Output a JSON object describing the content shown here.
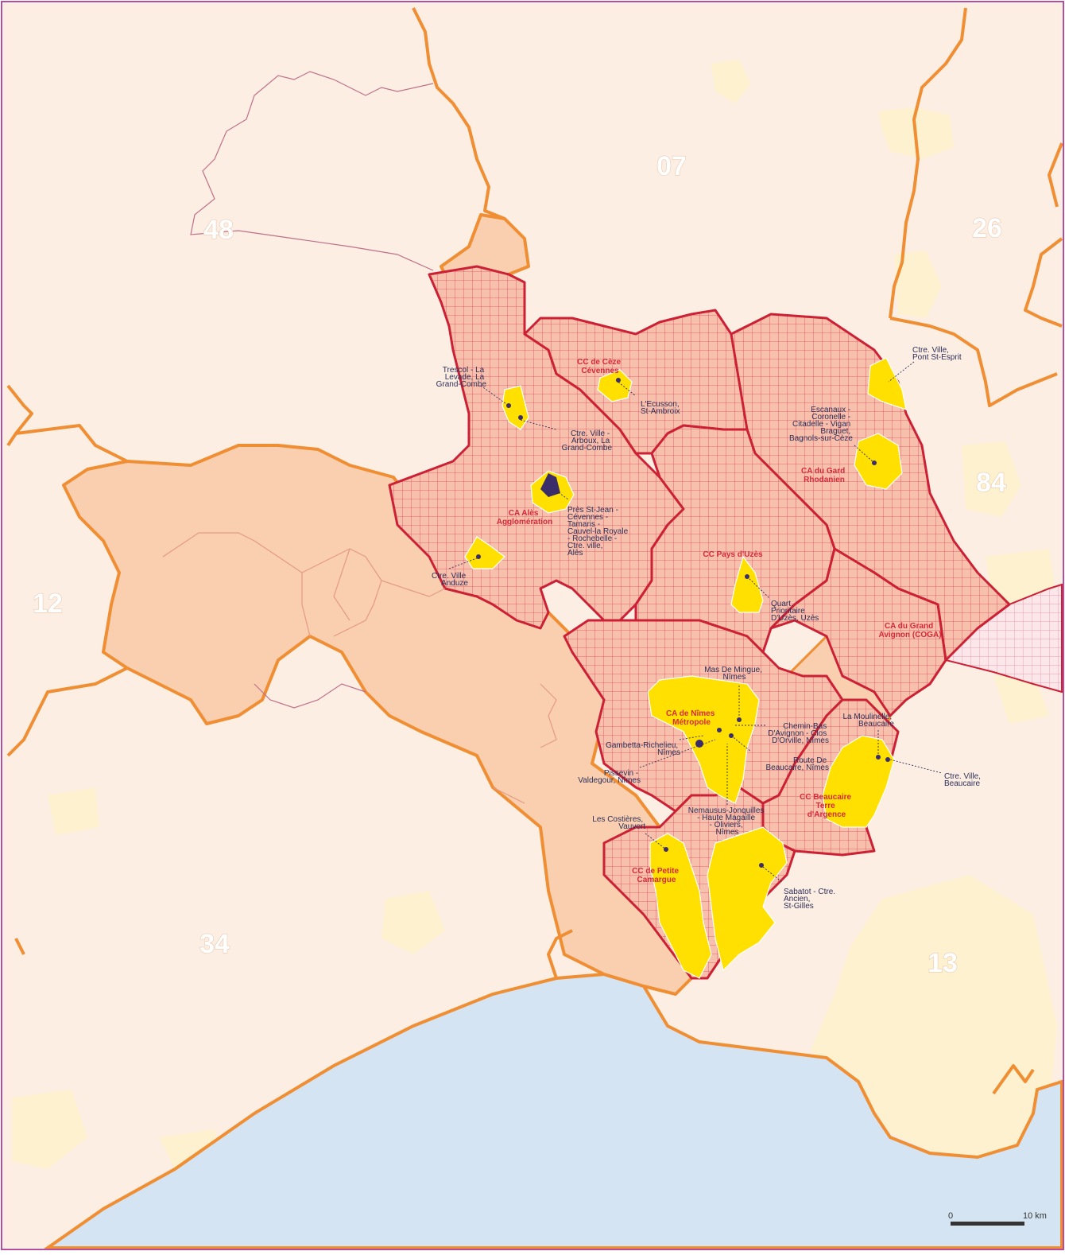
{
  "map": {
    "departments": [
      {
        "id": "48",
        "label": "48"
      },
      {
        "id": "07",
        "label": "07"
      },
      {
        "id": "26",
        "label": "26"
      },
      {
        "id": "84",
        "label": "84"
      },
      {
        "id": "12",
        "label": "12"
      },
      {
        "id": "34",
        "label": "34"
      },
      {
        "id": "13",
        "label": "13"
      }
    ],
    "epci": [
      {
        "id": "cc-ceze",
        "lines": [
          "CC de Cèze",
          "Cévennes"
        ]
      },
      {
        "id": "ca-gard-rhodanien",
        "lines": [
          "CA du Gard",
          "Rhodanien"
        ]
      },
      {
        "id": "ca-ales",
        "lines": [
          "CA Alès",
          "Agglomération"
        ]
      },
      {
        "id": "cc-uzes",
        "lines": [
          "CC Pays d'Uzès"
        ]
      },
      {
        "id": "ca-grand-avignon",
        "lines": [
          "CA du Grand",
          "Avignon (COGA)"
        ]
      },
      {
        "id": "ca-nimes",
        "lines": [
          "CA de Nîmes",
          "Métropole"
        ]
      },
      {
        "id": "cc-beaucaire",
        "lines": [
          "CC Beaucaire",
          "Terre",
          "d'Argence"
        ]
      },
      {
        "id": "cc-petite-camargue",
        "lines": [
          "CC de Petite",
          "Camargue"
        ]
      }
    ],
    "districts": [
      {
        "id": "tresca",
        "lines": [
          "Trescol - La",
          "Levade, La",
          "Grand-Combe"
        ]
      },
      {
        "id": "ctre-grand-combe",
        "lines": [
          "Ctre. Ville -",
          "Arboux, La",
          "Grand-Combe"
        ]
      },
      {
        "id": "ecusson",
        "lines": [
          "L'Ecusson,",
          "St-Ambroix"
        ]
      },
      {
        "id": "pont-st-esprit",
        "lines": [
          "Ctre. Ville,",
          "Pont St-Esprit"
        ]
      },
      {
        "id": "bagnols",
        "lines": [
          "Escanaux -",
          "Coronelle -",
          "Citadelle - Vigan",
          "Braguet,",
          "Bagnols-sur-Cèze"
        ]
      },
      {
        "id": "ales",
        "lines": [
          "Près St-Jean -",
          "Cévennes -",
          "Tamaris -",
          "Cauvel-la Royale",
          "- Rochebelle -",
          "Ctre. ville,",
          "Alès"
        ]
      },
      {
        "id": "anduze",
        "lines": [
          "Ctre. Ville",
          "Anduze"
        ]
      },
      {
        "id": "uzes",
        "lines": [
          "Quart.",
          "Prioritaire",
          "D'Uzès, Uzès"
        ]
      },
      {
        "id": "mas-de-mingue",
        "lines": [
          "Mas De Mingue,",
          "Nîmes"
        ]
      },
      {
        "id": "chemin-bas",
        "lines": [
          "Chemin-Bas",
          "D'Avignon - Clos",
          "D'Orville, Nîmes"
        ]
      },
      {
        "id": "gambetta",
        "lines": [
          "Gambetta-Richelieu,",
          "Nîmes"
        ]
      },
      {
        "id": "route-beaucaire",
        "lines": [
          "Route De",
          "Beaucaire, Nîmes"
        ]
      },
      {
        "id": "pissevin",
        "lines": [
          "Pissevin -",
          "Valdegour, Nîmes"
        ]
      },
      {
        "id": "nemausus",
        "lines": [
          "Nemausus-Jonquilles",
          "- Haute Magaille",
          "- Oliviers,",
          "Nîmes"
        ]
      },
      {
        "id": "moulinelle",
        "lines": [
          "La Moulinelle,",
          "Beaucaire"
        ]
      },
      {
        "id": "ctre-beaucaire",
        "lines": [
          "Ctre. Ville,",
          "Beaucaire"
        ]
      },
      {
        "id": "costieres",
        "lines": [
          "Les Costières,",
          "Vauvert"
        ]
      },
      {
        "id": "sabatot",
        "lines": [
          "Sabatot - Ctre.",
          "Ancien,",
          "St-Gilles"
        ]
      }
    ],
    "scale": {
      "start": "0",
      "end": "10 km"
    },
    "colors": {
      "land": "#fdeee3",
      "urban": "#fdf1cf",
      "sea": "#d4e4f2",
      "gard": "#f9cfb0",
      "epci_fill": "#f7c0ac",
      "epci_border": "#cc2035",
      "dept_border": "#f08e34",
      "qpv": "#ffe000",
      "frame": "#b94b9a"
    }
  }
}
